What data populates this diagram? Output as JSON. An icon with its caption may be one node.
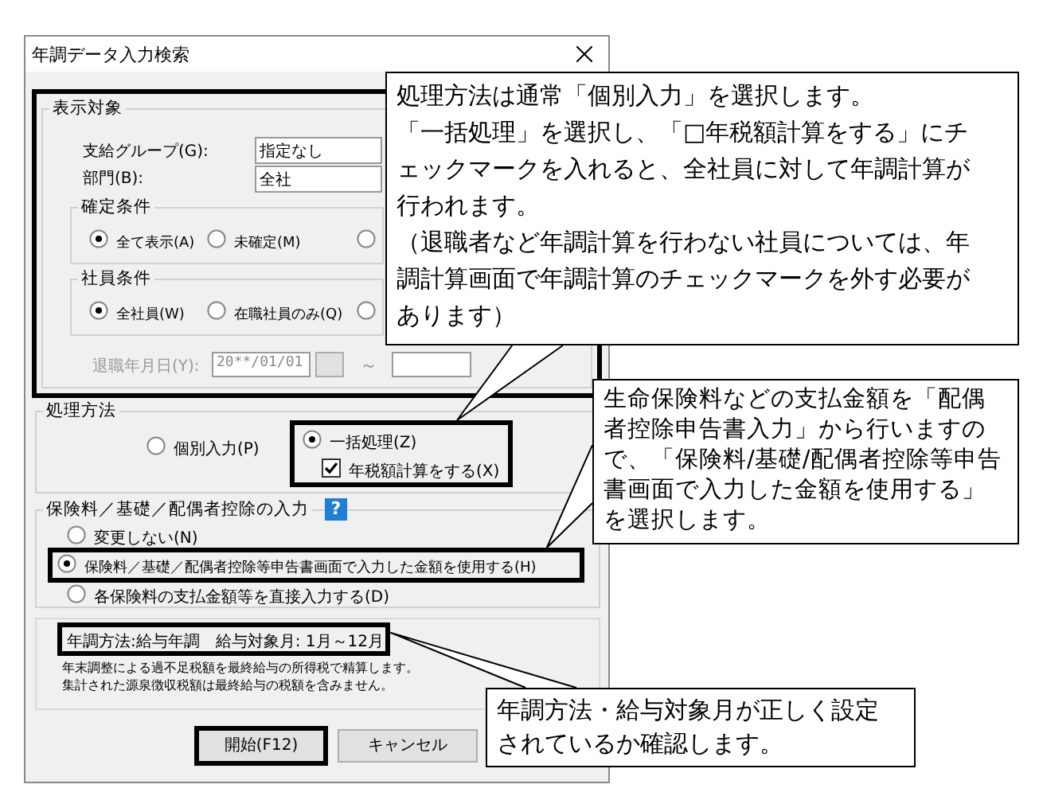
{
  "diagram": {
    "nodes": [
      {
        "text": [
          "年調データ入力検索"
        ]
      },
      {
        "text": [],
        "shape": "box",
        "in": 0
      },
      {
        "text": [
          "表示対象"
        ],
        "in": 1
      },
      {
        "text": [
          "指定なし"
        ],
        "beside": [
          "支給グループ(G):"
        ],
        "in": 2
      },
      {
        "text": [
          "全社"
        ],
        "in": 2
      },
      {
        "text": [
          "確定条件"
        ],
        "in": 2
      },
      {
        "text": [
          "全て表示(A)"
        ],
        "in": 5
      },
      {
        "text": [
          "未確定(M)"
        ],
        "in": 5
      },
      {
        "text": [],
        "shape": "circle",
        "in": 5
      },
      {
        "text": [
          "社員条件"
        ],
        "in": 2
      },
      {
        "text": [
          "全社員(W)"
        ],
        "in": 9
      },
      {
        "text": [
          "在職社員のみ(Q)"
        ],
        "in": 9
      },
      {
        "text": [],
        "shape": "circle",
        "in": 9
      },
      {
        "text": [
          "20**/01/01"
        ],
        "beside": [
          "退職年月日(Y):"
        ],
        "in": 2
      },
      {
        "text": [],
        "shape": "box",
        "in": 2
      },
      {
        "text": [],
        "shape": "box",
        "in": 2
      },
      {
        "text": [
          "処理方法"
        ],
        "in": 0
      },
      {
        "text": [
          "個別入力(P)"
        ],
        "in": 16
      },
      {
        "text": [],
        "shape": "box",
        "in": 16
      },
      {
        "text": [
          "一括処理(Z)"
        ],
        "in": 18
      },
      {
        "text": [
          "年税額計算をする(X)"
        ],
        "in": 18
      },
      {
        "text": [
          "保険料／基礎／配偶者控除の入力"
        ],
        "in": 0
      },
      {
        "text": [
          "変更しない(N)"
        ],
        "in": 21
      },
      {
        "text": [],
        "shape": "box",
        "in": 21
      },
      {
        "text": [
          "保険料／基礎／配偶者控除等申告書画面で入力した金額を使用する(H)"
        ],
        "in": 23
      },
      {
        "text": [
          "各保険料の支払金額等を直接入力する(D)"
        ],
        "in": 21
      },
      {
        "text": [
          "年末調整による過不足税額を最終給与の所得税で精算します。",
          "集計された源泉徴収税額は最終給与の税額を含みません。"
        ],
        "in": 0
      },
      {
        "text": [
          "年調方法:給与年調　給与対象月: 1月～12月"
        ],
        "in": 26
      },
      {
        "text": [
          "開始(F12)"
        ],
        "in": 0
      },
      {
        "text": [
          "キャンセル"
        ],
        "in": 0
      },
      {
        "text": [
          "処理方法は通常「個別入力」を選択します。",
          "「一括処理」を選択し、「□年税額計算をする」にチェックマークを入れると、全社員に対して年調計算が行われます。",
          "（退職者など年調計算を行わない社員については、年調計算画面で年調計算のチェックマークを外す必要があります）"
        ]
      },
      {
        "text": [
          "生命保険料などの支払金額を「配偶者控除申告書入力」から行いますので、「保険料/基礎/配偶者控除等申告書画面で入力した金額を使用する」を選択します。"
        ]
      },
      {
        "text": [
          "年調方法・給与対象月が正しく設定されているか確認します。"
        ]
      }
    ],
    "edges": [
      {
        "from": 30,
        "to": 18,
        "arrow": "none"
      },
      {
        "from": 31,
        "to": 23,
        "arrow": "none"
      },
      {
        "from": 32,
        "to": 27,
        "arrow": "none"
      }
    ],
    "labels": [
      "部門(B):",
      "～",
      "?"
    ]
  }
}
